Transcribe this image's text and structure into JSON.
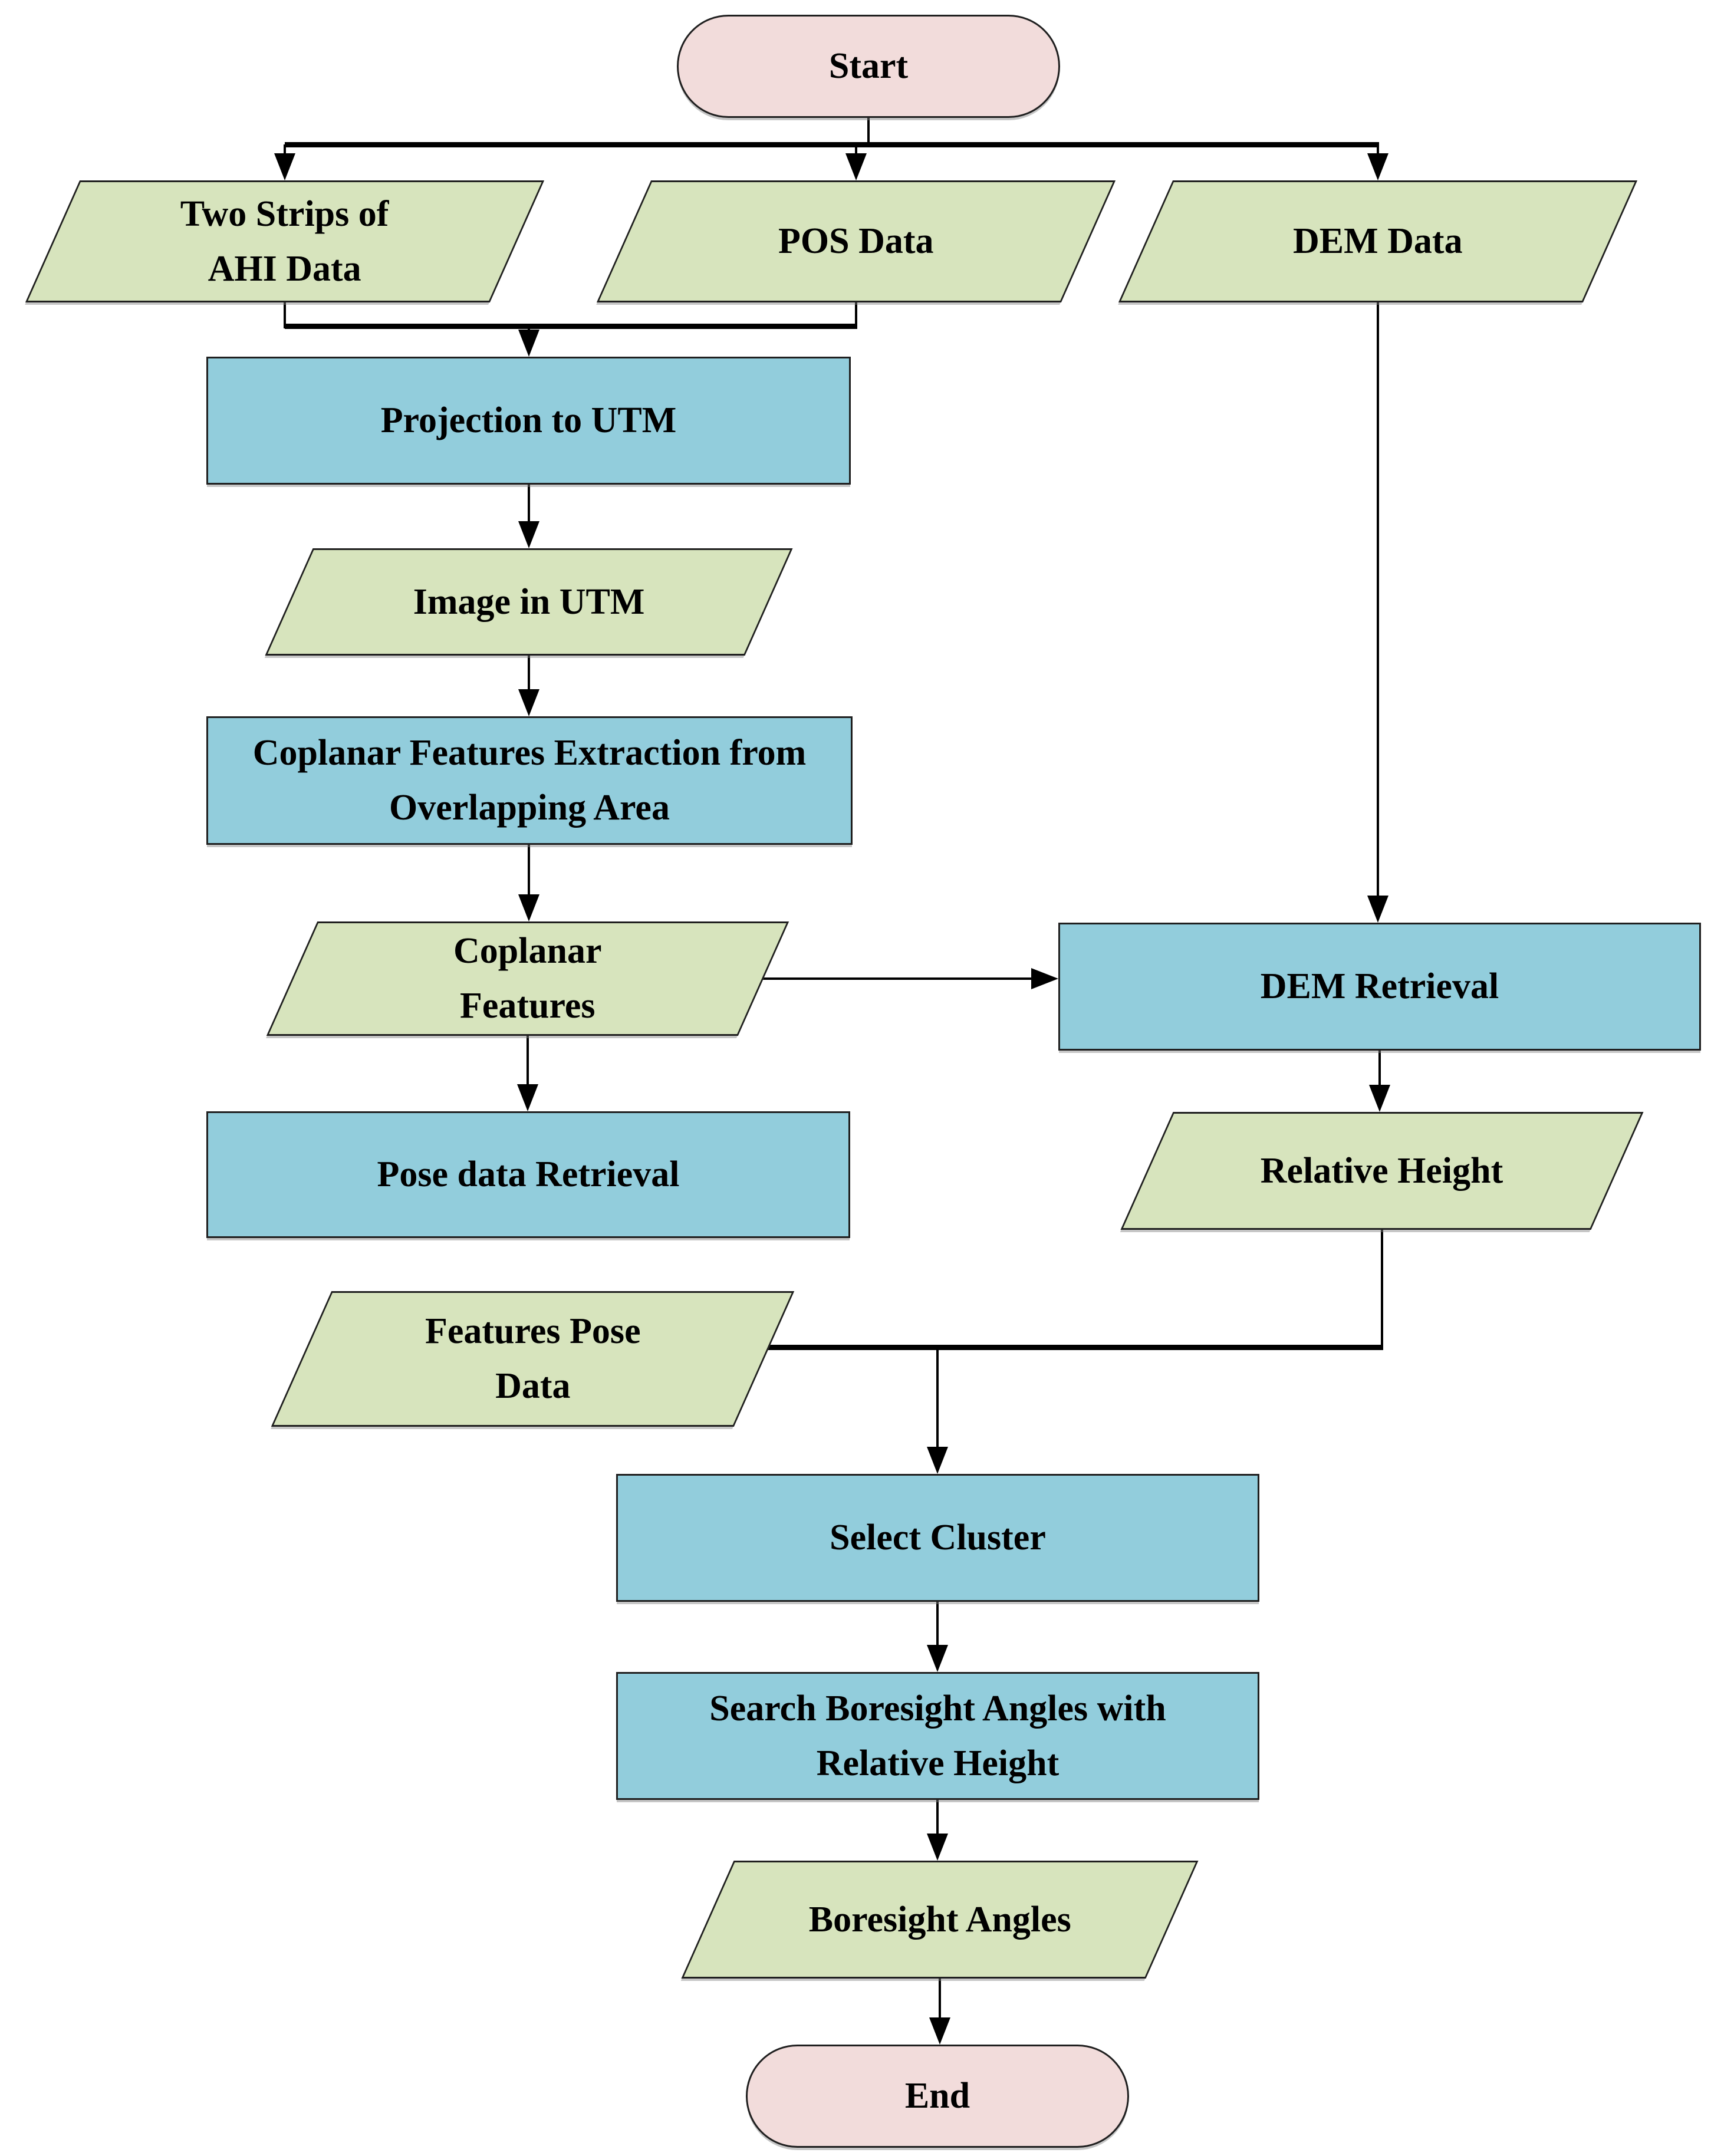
{
  "colors": {
    "terminator_fill": "#f2dcdb",
    "data_fill": "#d7e4bd",
    "process_fill": "#92cddc",
    "line": "#000000",
    "border": "#1f1f1f"
  },
  "nodes": {
    "start": {
      "label": "Start",
      "type": "terminator"
    },
    "ahi_data": {
      "label": "Two Strips of\nAHI Data",
      "type": "data"
    },
    "pos_data": {
      "label": "POS Data",
      "type": "data"
    },
    "dem_data": {
      "label": "DEM Data",
      "type": "data"
    },
    "projection_to_utm": {
      "label": "Projection to UTM",
      "type": "process"
    },
    "image_in_utm": {
      "label": "Image in UTM",
      "type": "data"
    },
    "coplanar_extraction": {
      "label": "Coplanar Features Extraction from\nOverlapping Area",
      "type": "process"
    },
    "coplanar_features": {
      "label": "Coplanar\nFeatures",
      "type": "data"
    },
    "dem_retrieval": {
      "label": "DEM Retrieval",
      "type": "process"
    },
    "pose_data_retrieval": {
      "label": "Pose data Retrieval",
      "type": "process"
    },
    "relative_height": {
      "label": "Relative Height",
      "type": "data"
    },
    "features_pose_data": {
      "label": "Features Pose\nData",
      "type": "data"
    },
    "select_cluster": {
      "label": "Select Cluster",
      "type": "process"
    },
    "search_boresight": {
      "label": "Search Boresight Angles with\nRelative Height",
      "type": "process"
    },
    "boresight_angles": {
      "label": "Boresight Angles",
      "type": "data"
    },
    "end": {
      "label": "End",
      "type": "terminator"
    }
  },
  "edges": [
    {
      "from": "start",
      "to": "ahi_data"
    },
    {
      "from": "start",
      "to": "pos_data"
    },
    {
      "from": "start",
      "to": "dem_data"
    },
    {
      "from": "ahi_data",
      "to": "projection_to_utm"
    },
    {
      "from": "pos_data",
      "to": "projection_to_utm"
    },
    {
      "from": "projection_to_utm",
      "to": "image_in_utm"
    },
    {
      "from": "image_in_utm",
      "to": "coplanar_extraction"
    },
    {
      "from": "coplanar_extraction",
      "to": "coplanar_features"
    },
    {
      "from": "coplanar_features",
      "to": "pose_data_retrieval"
    },
    {
      "from": "coplanar_features",
      "to": "dem_retrieval"
    },
    {
      "from": "dem_data",
      "to": "dem_retrieval"
    },
    {
      "from": "dem_retrieval",
      "to": "relative_height"
    },
    {
      "from": "pose_data_retrieval",
      "to": "features_pose_data"
    },
    {
      "from": "features_pose_data",
      "to": "select_cluster"
    },
    {
      "from": "relative_height",
      "to": "select_cluster"
    },
    {
      "from": "select_cluster",
      "to": "search_boresight"
    },
    {
      "from": "search_boresight",
      "to": "boresight_angles"
    },
    {
      "from": "boresight_angles",
      "to": "end"
    }
  ]
}
